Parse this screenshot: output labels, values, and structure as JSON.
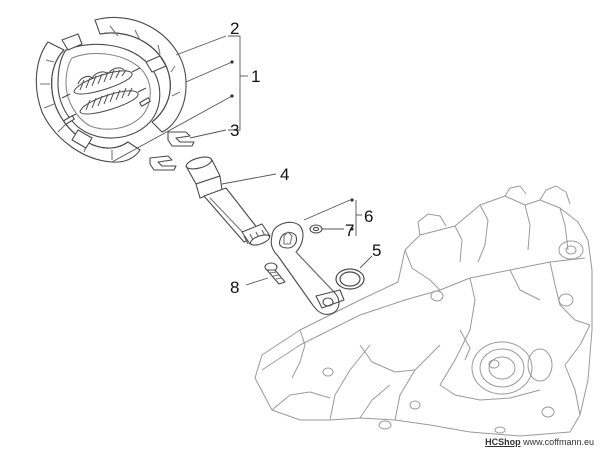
{
  "diagram": {
    "callouts": [
      "1",
      "2",
      "3",
      "4",
      "5",
      "6",
      "7",
      "8"
    ],
    "footer": {
      "shop": "HCShop",
      "site": "www.coffmann.eu"
    },
    "colors": {
      "line": "#4a4a4a",
      "ghost": "#9a9a9a",
      "text": "#111111"
    }
  }
}
